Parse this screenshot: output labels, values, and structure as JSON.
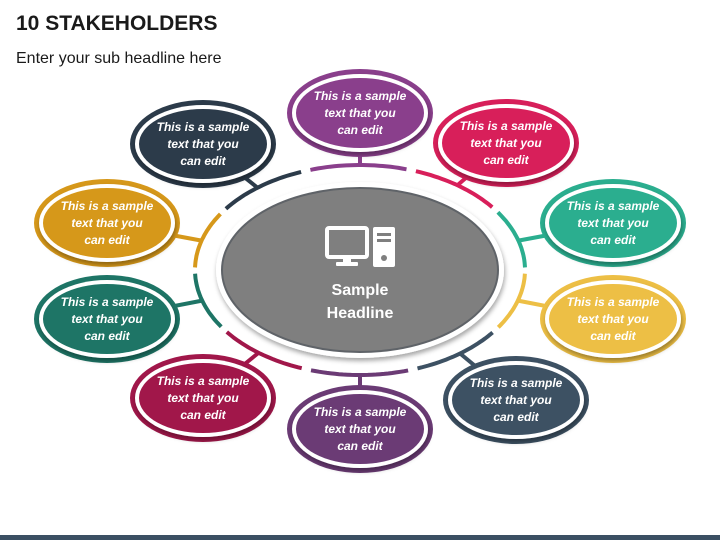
{
  "title": "10 STAKEHOLDERS",
  "subtitle": "Enter your sub headline here",
  "center": {
    "headline_line1": "Sample",
    "headline_line2": "Headline",
    "icon": "computer-icon",
    "color": "#7f7f7f"
  },
  "stakeholders": [
    {
      "lines": [
        "This is a sample",
        "text that you",
        "can edit"
      ],
      "color": "#8a3f8c"
    },
    {
      "lines": [
        "This is a sample",
        "text that you",
        "can edit"
      ],
      "color": "#d81f5a"
    },
    {
      "lines": [
        "This is a sample",
        "text that you",
        "can edit"
      ],
      "color": "#2bae8f"
    },
    {
      "lines": [
        "This is a sample",
        "text that you",
        "can edit"
      ],
      "color": "#edbf45"
    },
    {
      "lines": [
        "This is a sample",
        "text that you",
        "can edit"
      ],
      "color": "#3d5163"
    },
    {
      "lines": [
        "This is a sample",
        "text that you",
        "can edit"
      ],
      "color": "#6b3b75"
    },
    {
      "lines": [
        "This is a sample",
        "text that you",
        "can edit"
      ],
      "color": "#a1174a"
    },
    {
      "lines": [
        "This is a sample",
        "text that you",
        "can edit"
      ],
      "color": "#1e7566"
    },
    {
      "lines": [
        "This is a sample",
        "text that you",
        "can edit"
      ],
      "color": "#d6981a"
    },
    {
      "lines": [
        "This is a sample",
        "text that you",
        "can edit"
      ],
      "color": "#2c3b4a"
    }
  ]
}
